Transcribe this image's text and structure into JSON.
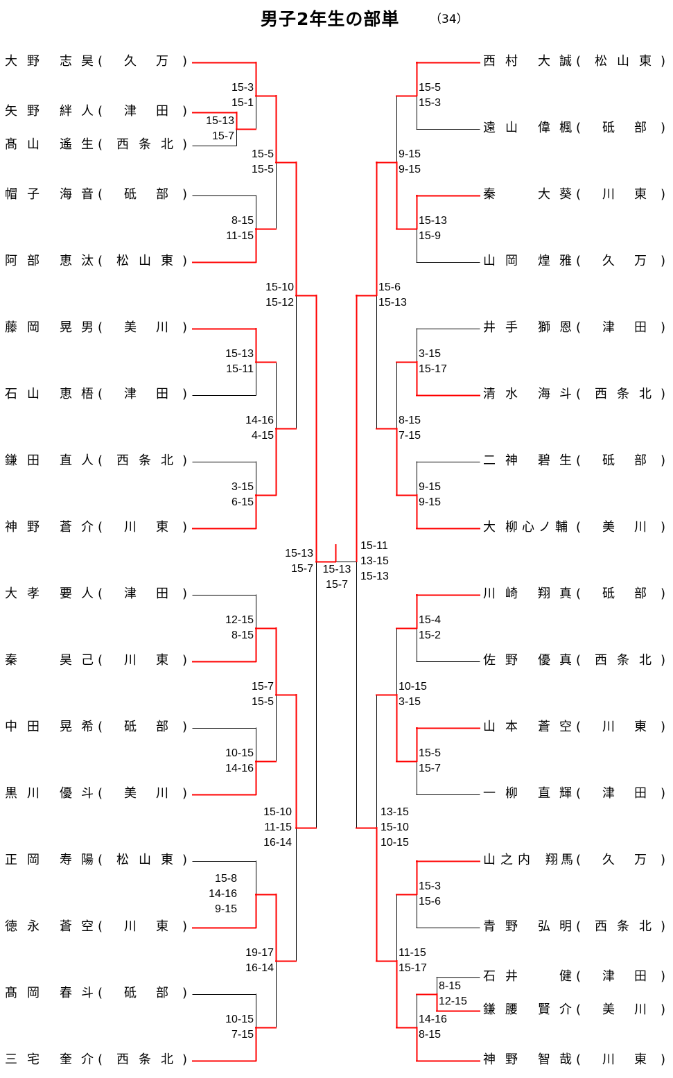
{
  "title": "男子2年生の部単",
  "entry_count": "（34）",
  "paren_open": "(",
  "paren_close": ")",
  "colors": {
    "winner_line": "#ff0000",
    "line": "#000000"
  },
  "left_players": [
    {
      "surname": "大野",
      "given": "志昊",
      "school": "久万"
    },
    {
      "surname": "矢野",
      "given": "絆人",
      "school": "津田"
    },
    {
      "surname": "髙山",
      "given": "遙生",
      "school": "西条北"
    },
    {
      "surname": "帽子",
      "given": "海音",
      "school": "砥部"
    },
    {
      "surname": "阿部",
      "given": "恵汰",
      "school": "松山東"
    },
    {
      "surname": "藤岡",
      "given": "晃男",
      "school": "美川"
    },
    {
      "surname": "石山",
      "given": "恵梧",
      "school": "津田"
    },
    {
      "surname": "鎌田",
      "given": "直人",
      "school": "西条北"
    },
    {
      "surname": "神野",
      "given": "蒼介",
      "school": "川東"
    },
    {
      "surname": "大孝",
      "given": "要人",
      "school": "津田"
    },
    {
      "surname": "秦",
      "given": "昊己",
      "school": "川東"
    },
    {
      "surname": "中田",
      "given": "晃希",
      "school": "砥部"
    },
    {
      "surname": "黒川",
      "given": "優斗",
      "school": "美川"
    },
    {
      "surname": "正岡",
      "given": "寿陽",
      "school": "松山東"
    },
    {
      "surname": "徳永",
      "given": "蒼空",
      "school": "川東"
    },
    {
      "surname": "髙岡",
      "given": "春斗",
      "school": "砥部"
    },
    {
      "surname": "三宅",
      "given": "奎介",
      "school": "西条北"
    }
  ],
  "right_players": [
    {
      "surname": "西村",
      "given": "大誠",
      "school": "松山東"
    },
    {
      "surname": "遠山",
      "given": "偉楓",
      "school": "砥部"
    },
    {
      "surname": "秦",
      "given": "大葵",
      "school": "川東"
    },
    {
      "surname": "山岡",
      "given": "煌雅",
      "school": "久万"
    },
    {
      "surname": "井手",
      "given": "獅恩",
      "school": "津田"
    },
    {
      "surname": "清水",
      "given": "海斗",
      "school": "西条北"
    },
    {
      "surname": "二神",
      "given": "碧生",
      "school": "砥部"
    },
    {
      "surname": "大柳",
      "given": "心ノ輔",
      "school": "美川"
    },
    {
      "surname": "川崎",
      "given": "翔真",
      "school": "砥部"
    },
    {
      "surname": "佐野",
      "given": "優真",
      "school": "西条北"
    },
    {
      "surname": "山本",
      "given": "蒼空",
      "school": "川東"
    },
    {
      "surname": "一柳",
      "given": "直輝",
      "school": "津田"
    },
    {
      "surname": "山之内",
      "given": "翔馬",
      "school": "久万"
    },
    {
      "surname": "青野",
      "given": "弘明",
      "school": "西条北"
    },
    {
      "surname": "石井",
      "given": "健",
      "school": "津田"
    },
    {
      "surname": "鎌腰",
      "given": "賢介",
      "school": "美川"
    },
    {
      "surname": "神野",
      "given": "智哉",
      "school": "川東"
    }
  ],
  "left_scores": [
    [
      "15-13",
      "15-7"
    ],
    [
      "15-3",
      "15-1"
    ],
    [
      "8-15",
      "11-15"
    ],
    [
      "15-5",
      "15-5"
    ],
    [
      "15-13",
      "15-11"
    ],
    [
      "3-15",
      "6-15"
    ],
    [
      "14-16",
      "4-15"
    ],
    [
      "15-10",
      "15-12"
    ],
    [
      "12-15",
      "8-15"
    ],
    [
      "10-15",
      "14-16"
    ],
    [
      "15-7",
      "15-5"
    ],
    [
      "15-8",
      "14-16",
      "9-15"
    ],
    [
      "10-15",
      "7-15"
    ],
    [
      "19-17",
      "16-14"
    ],
    [
      "15-10",
      "11-15",
      "16-14"
    ],
    [
      "15-13",
      "15-7"
    ]
  ],
  "right_scores": [
    [
      "15-5",
      "15-3"
    ],
    [
      "15-13",
      "15-9"
    ],
    [
      "9-15",
      "9-15"
    ],
    [
      "3-15",
      "15-17"
    ],
    [
      "9-15",
      "9-15"
    ],
    [
      "8-15",
      "7-15"
    ],
    [
      "15-6",
      "15-13"
    ],
    [
      "15-4",
      "15-2"
    ],
    [
      "15-5",
      "15-7"
    ],
    [
      "10-15",
      "3-15"
    ],
    [
      "15-3",
      "15-6"
    ],
    [
      "8-15",
      "12-15"
    ],
    [
      "14-16",
      "8-15"
    ],
    [
      "11-15",
      "15-17"
    ],
    [
      "13-15",
      "15-10",
      "10-15"
    ],
    [
      "15-11",
      "13-15",
      "15-13"
    ]
  ],
  "final_scores": [
    "15-13",
    "15-7"
  ]
}
